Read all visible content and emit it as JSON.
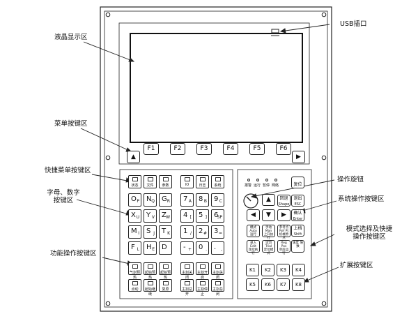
{
  "callouts": {
    "usb": "USB插口",
    "lcd": "液晶显示区",
    "menu": "菜单按键区",
    "quick_menu": "快捷菜单按键区",
    "alpha": [
      "字母、数字",
      "按键区"
    ],
    "func": "功能操作按键区",
    "knob": "操作旋钮",
    "system": "系统操作按键区",
    "mode": [
      "模式选择及快捷",
      "操作按键区"
    ],
    "ext": "扩展按键区"
  },
  "fkeys": [
    "F1",
    "F2",
    "F3",
    "F4",
    "F5",
    "F6"
  ],
  "arrow_symbols": {
    "up": "▲",
    "left": "◀",
    "right": "▶",
    "down": "▼"
  },
  "quick_keys": [
    "状态",
    "文件",
    "参数",
    "IO",
    "日志",
    "系统"
  ],
  "alpha_keys": [
    {
      "m": "O",
      "s": "P"
    },
    {
      "m": "N",
      "s": "Q"
    },
    {
      "m": "G",
      "s": "R"
    },
    {
      "m": "7",
      "s": "A"
    },
    {
      "m": "8",
      "s": "B"
    },
    {
      "m": "9",
      "s": "C"
    },
    {
      "m": "X",
      "s": "U"
    },
    {
      "m": "Y",
      "s": "V"
    },
    {
      "m": "Z",
      "s": "W"
    },
    {
      "m": "4",
      "s": "["
    },
    {
      "m": "5",
      "s": "]"
    },
    {
      "m": "6",
      "s": "SP"
    },
    {
      "m": "M",
      "s": "I"
    },
    {
      "m": "S",
      "s": "J"
    },
    {
      "m": "T",
      "s": "K"
    },
    {
      "m": "1",
      "s": "/"
    },
    {
      "m": "2",
      "s": "#"
    },
    {
      "m": "3",
      "s": "="
    },
    {
      "m": "F",
      "s": "L"
    },
    {
      "m": "H",
      "s": "E"
    },
    {
      "m": "D",
      "s": ""
    },
    {
      "m": "-",
      "s": "+"
    },
    {
      "m": "0",
      "s": "."
    },
    {
      "m": ".",
      "s": ","
    }
  ],
  "func_row1": [
    "气割预热",
    "起始预热",
    "起始预热",
    "主割关闭",
    "主割开启",
    "主割关闭"
  ],
  "func_row2": [
    "点动",
    "起始继续",
    "复原",
    "主割总开",
    "主割停止",
    "主割总闭"
  ],
  "status_lights": [
    "报警",
    "运行",
    "暂停",
    "网络"
  ],
  "reset_key": "复位",
  "sys_keys": {
    "back": {
      "cn": "回退",
      "en": "Shape"
    },
    "esc": {
      "cn": "退出",
      "en": "ESC"
    },
    "enter": {
      "cn": "确认",
      "en": "Enter"
    },
    "shift": {
      "cn": "上档",
      "en": "Shift"
    }
  },
  "mode_keys": [
    {
      "top": "模式",
      "sub": "Auto",
      "cn": "运行"
    },
    {
      "top": "手动",
      "sub": "Man",
      "cn": "上升执行"
    },
    {
      "top": "参考点",
      "sub": "Ref Pt",
      "cn": "机械原点"
    },
    {
      "top": "录入",
      "sub": "Edit",
      "cn": "连续执行"
    },
    {
      "top": "试切",
      "sub": "Trial",
      "cn": "定位模式"
    },
    {
      "top": "Reg Pos",
      "sub": "",
      "cn": "单段运行"
    },
    {
      "top": "",
      "sub": "",
      "cn": "速度 倍数"
    }
  ],
  "ext_keys": [
    "K1",
    "K2",
    "K3",
    "K4",
    "K5",
    "K6",
    "K7",
    "K8"
  ]
}
